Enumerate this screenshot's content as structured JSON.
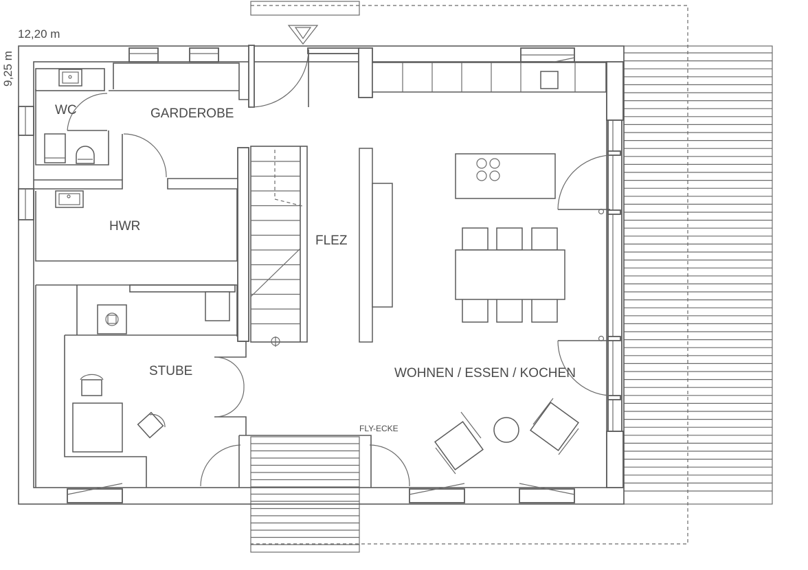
{
  "plan": {
    "dimensions": {
      "width": "12,20 m",
      "depth": "9,25 m"
    },
    "rooms": {
      "wc": "WC",
      "garderobe": "GARDEROBE",
      "hwr": "HWR",
      "flez": "FLEZ",
      "stube": "STUBE",
      "wohnen": "WOHNEN / ESSEN / KOCHEN",
      "fly_ecke": "FLY-ECKE"
    }
  }
}
